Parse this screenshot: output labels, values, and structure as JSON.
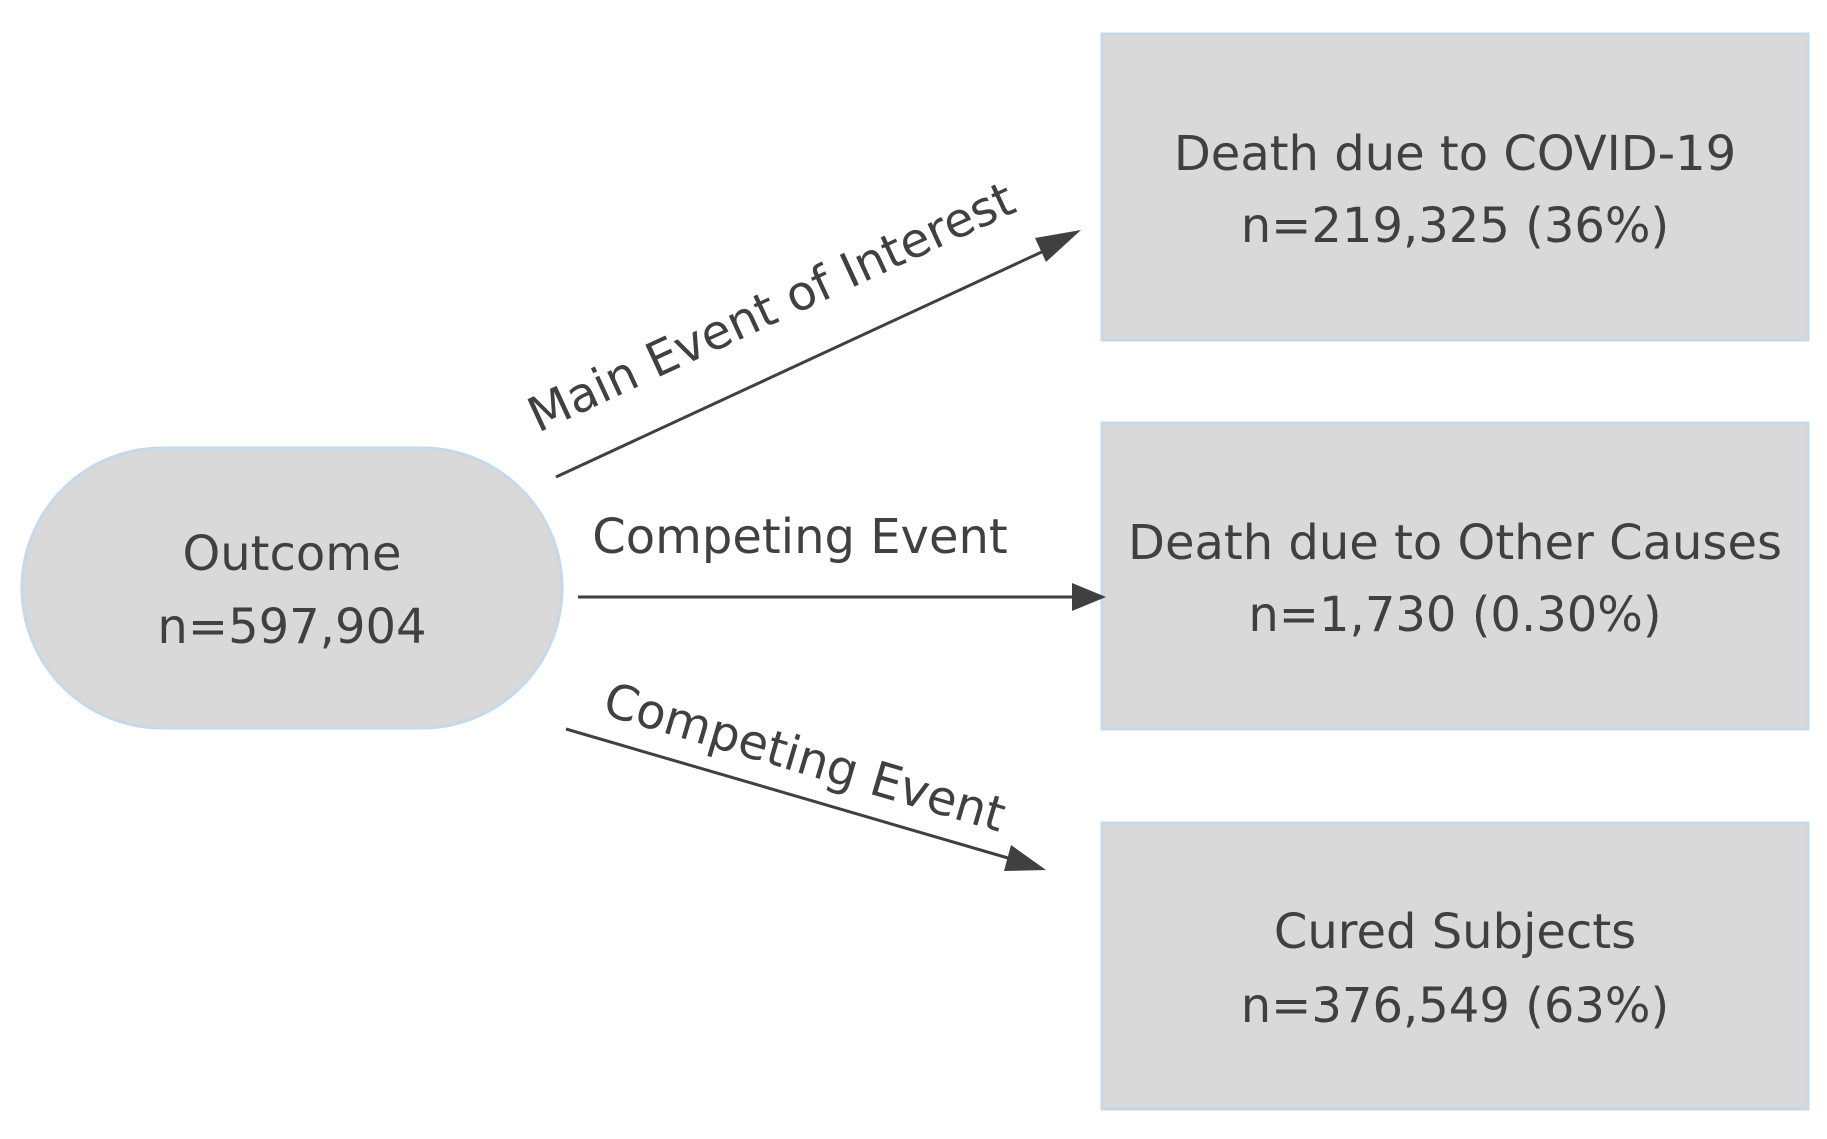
{
  "source_node": {
    "title": "Outcome",
    "count": "n=597,904"
  },
  "target_nodes": [
    {
      "title": "Death due to COVID-19",
      "count": "n=219,325 (36%)"
    },
    {
      "title": "Death due to Other Causes",
      "count": "n=1,730 (0.30%)"
    },
    {
      "title": "Cured Subjects",
      "count": "n=376,549 (63%)"
    }
  ],
  "edges": [
    {
      "label": "Main Event of Interest"
    },
    {
      "label": "Competing Event"
    },
    {
      "label": "Competing Event"
    }
  ],
  "colors": {
    "node_fill": "#d9d9d9",
    "node_border": "#c5d9e8",
    "text": "#404040",
    "arrow": "#404040"
  }
}
